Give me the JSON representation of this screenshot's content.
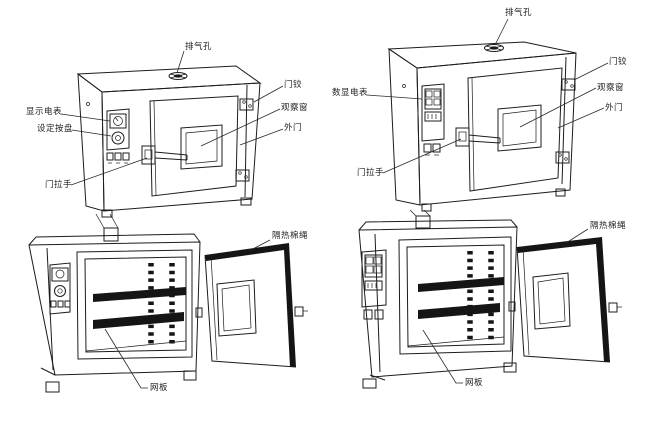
{
  "colors": {
    "background": "#ffffff",
    "line": "#1c1c1c",
    "label_text": "#1f1f1f",
    "shelf_fill": "#151515"
  },
  "diagrams": {
    "top_left": {
      "labels": {
        "exhaust_hole": "排气孔",
        "display_meter": "显示电表",
        "setting_keypad": "设定按盘",
        "door_handle": "门拉手",
        "door_hinge": "门铰",
        "observation_window": "观察窗",
        "outer_door": "外门"
      }
    },
    "top_right": {
      "labels": {
        "exhaust_hole": "排气孔",
        "digital_meter": "数显电表",
        "door_handle": "门拉手",
        "door_hinge": "门铰",
        "observation_window": "观察窗",
        "outer_door": "外门"
      }
    },
    "bottom_left": {
      "labels": {
        "insulation_rope": "隔热棉绳",
        "mesh_shelf": "网板"
      }
    },
    "bottom_right": {
      "labels": {
        "insulation_rope": "隔热棉绳",
        "mesh_shelf": "网板"
      }
    }
  }
}
